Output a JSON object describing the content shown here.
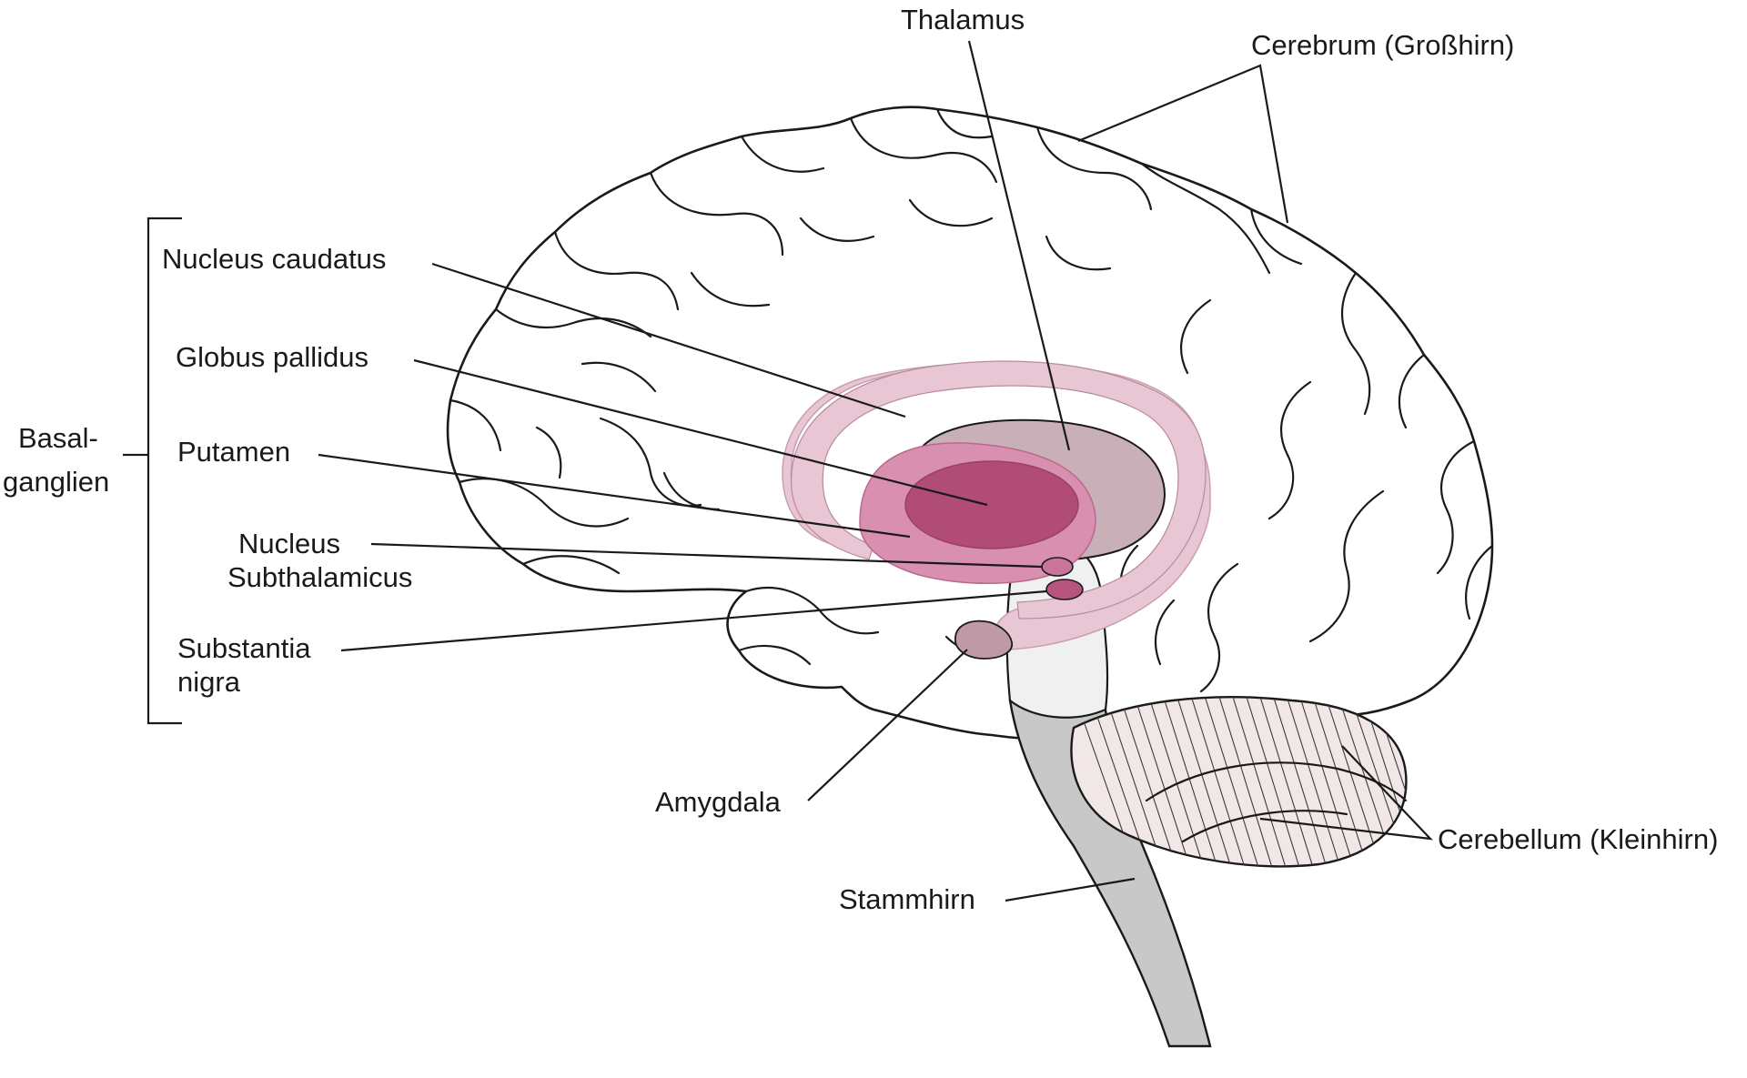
{
  "labels": {
    "thalamus": "Thalamus",
    "cerebrum": "Cerebrum (Großhirn)",
    "basal_line1": "Basal-",
    "basal_line2": "ganglien",
    "nucleus_caudatus": "Nucleus caudatus",
    "globus_pallidus": "Globus pallidus",
    "putamen": "Putamen",
    "nucleus_sub_line1": "Nucleus",
    "nucleus_sub_line2": "Subthalamicus",
    "substantia_line1": "Substantia",
    "substantia_line2": "nigra",
    "amygdala": "Amygdala",
    "cerebellum": "Cerebellum (Kleinhirn)",
    "stammhirn": "Stammhirn"
  },
  "colors": {
    "caudatus": "#e8c6d4",
    "putamen": "#d98fb0",
    "globus_pallidus": "#b04c76",
    "thalamus": "#c9b0b8",
    "subthalamic": "#c9749a",
    "substantia_nigra": "#b8557f",
    "amygdala": "#bf9aa6",
    "brainstem": "#c8c8c8",
    "midbrain": "#f0f0f0",
    "cerebellum": "#f1e7e7",
    "outline": "#1a1a1a"
  }
}
